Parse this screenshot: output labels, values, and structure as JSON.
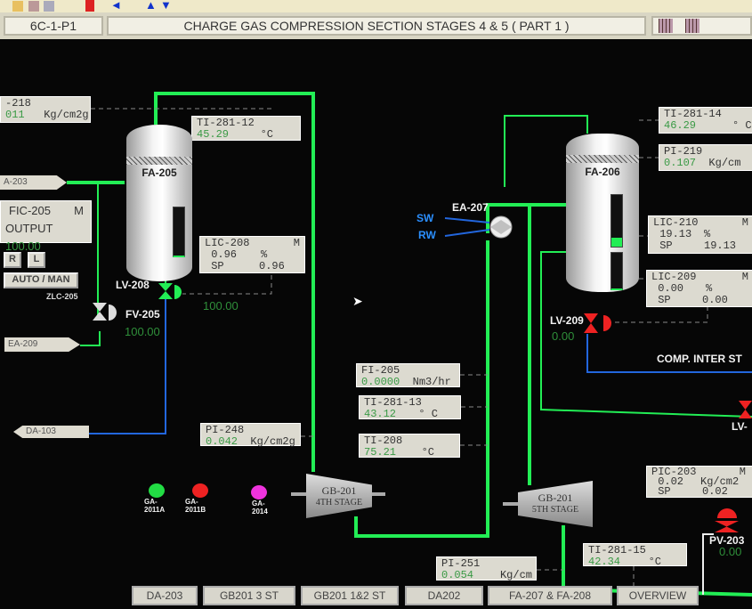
{
  "toolbar": {
    "icons": [
      "home-icon",
      "factory-icon",
      "trend-icon",
      "alarm-icon",
      "back-icon",
      "up-icon",
      "down-icon"
    ]
  },
  "header": {
    "page_id": "6C-1-P1",
    "title": "CHARGE GAS COMPRESSION SECTION STAGES 4 & 5 ( PART 1 )"
  },
  "left": {
    "pi218": {
      "tag": "-218",
      "value": "011",
      "unit": "Kg/cm2g"
    },
    "ti28112": {
      "tag": "TI-281-12",
      "value": "45.29",
      "unit": "°C"
    },
    "fa203": "A-203",
    "fic205": {
      "tag": "FIC-205",
      "mode": "M",
      "output_label": "OUTPUT",
      "output": "100.00"
    },
    "r": "R",
    "l": "L",
    "automan": "AUTO / MAN",
    "zlc": "ZLC-205",
    "ea209": "EA-209",
    "lic208": {
      "tag": "LIC-208",
      "mode": "M",
      "pv": "0.96",
      "unit": "%",
      "sp_label": "SP",
      "sp": "0.96"
    },
    "fa205": "FA-205",
    "lv208": {
      "tag": "LV-208",
      "value": "100.00"
    },
    "fv205": {
      "tag": "FV-205",
      "value": "100.00"
    },
    "da103": "DA-103",
    "pi248": {
      "tag": "PI-248",
      "value": "0.042",
      "unit": "Kg/cm2g"
    },
    "pumps": [
      {
        "tag": "GA-2011A",
        "color": "#22dd44"
      },
      {
        "tag": "GA-2011B",
        "color": "#ee2222"
      },
      {
        "tag": "GA-2014",
        "color": "#ee33dd"
      }
    ],
    "gb4": {
      "tag": "GB-201",
      "stage": "4TH STAGE"
    }
  },
  "middle": {
    "fi205": {
      "tag": "FI-205",
      "value": "0.0000",
      "unit": "Nm3/hr"
    },
    "ti28113": {
      "tag": "TI-281-13",
      "value": "43.12",
      "unit": "° C"
    },
    "ti208": {
      "tag": "TI-208",
      "value": "75.21",
      "unit": "°C"
    },
    "ea207": "EA-207",
    "sw": "SW",
    "rw": "RW",
    "gb5": {
      "tag": "GB-201",
      "stage": "5TH STAGE"
    },
    "pi251": {
      "tag": "PI-251",
      "value": "0.054",
      "unit": "Kg/cm"
    }
  },
  "right": {
    "ti28114": {
      "tag": "TI-281-14",
      "value": "46.29",
      "unit": "° C"
    },
    "pi219": {
      "tag": "PI-219",
      "value": "0.107",
      "unit": "Kg/cm"
    },
    "fa206": "FA-206",
    "lic210": {
      "tag": "LIC-210",
      "mode": "M",
      "pv": "19.13",
      "unit": "%",
      "sp_label": "SP",
      "sp": "19.13"
    },
    "lic209": {
      "tag": "LIC-209",
      "mode": "M",
      "pv": "0.00",
      "unit": "%",
      "sp_label": "SP",
      "sp": "0.00"
    },
    "lv209": {
      "tag": "LV-209",
      "value": "0.00"
    },
    "comp": "COMP. INTER ST",
    "lv2": "LV-",
    "pic203": {
      "tag": "PIC-203",
      "mode": "M",
      "pv": "0.02",
      "unit": "Kg/cm2",
      "sp_label": "SP",
      "sp": "0.02"
    },
    "pv203": {
      "tag": "PV-203",
      "value": "0.00"
    },
    "ti28115": {
      "tag": "TI-281-15",
      "value": "42.34",
      "unit": "°C"
    }
  },
  "tabs": [
    "DA-203",
    "GB201  3 ST",
    "GB201  1&2 ST",
    "DA202",
    "FA-207 & FA-208",
    "OVERVIEW"
  ],
  "colors": {
    "process": "#22ee55",
    "water": "#2266dd",
    "alarm": "#ee2222"
  }
}
